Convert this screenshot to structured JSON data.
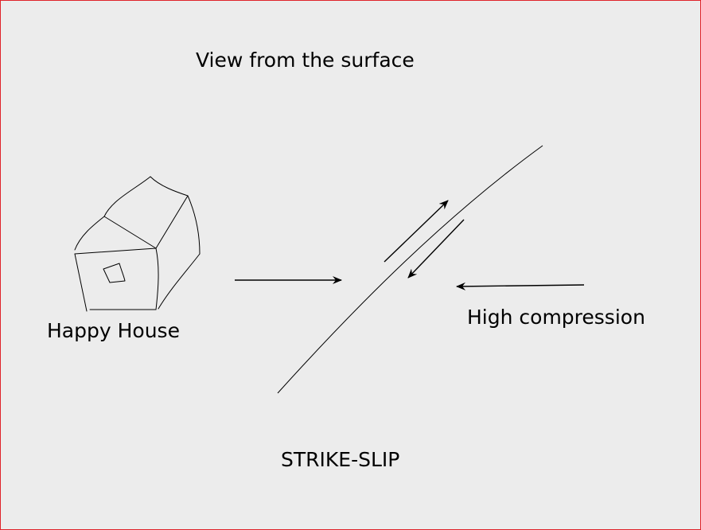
{
  "diagram": {
    "title": "View from the surface",
    "house_label": "Happy House",
    "compression_label": "High compression",
    "fault_type_label": "STRIKE-SLIP",
    "colors": {
      "background": "#ececec",
      "border": "#e0232a",
      "ink": "#000000"
    }
  }
}
